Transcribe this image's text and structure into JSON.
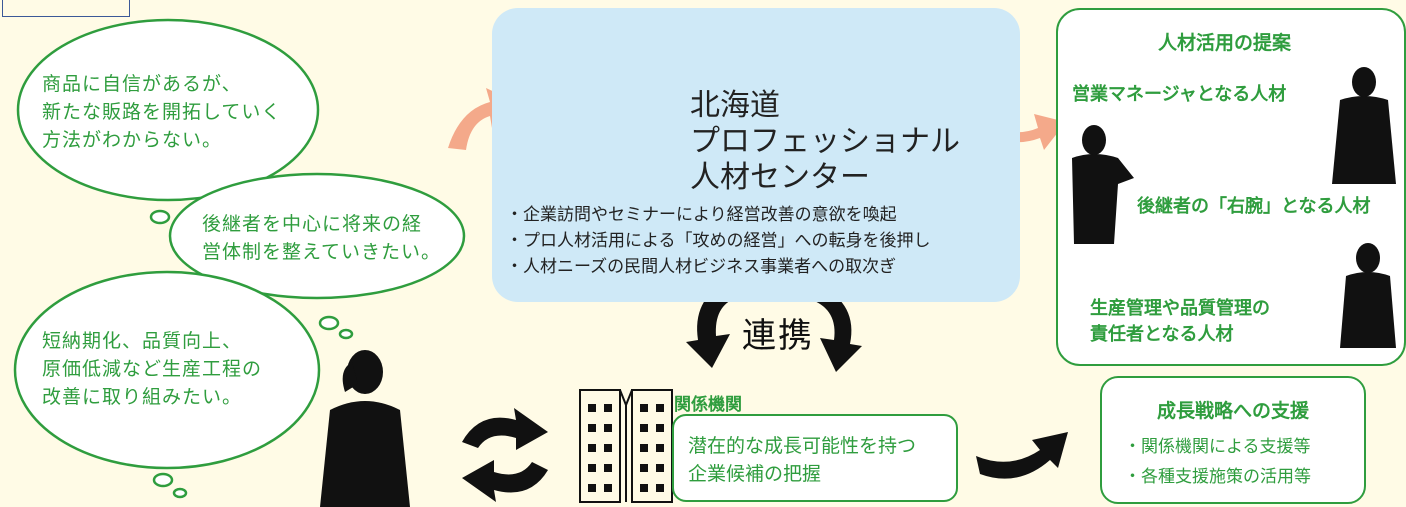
{
  "concerns": [
    {
      "text": "商品に自信があるが、\n新たな販路を開拓していく\n方法がわからない。"
    },
    {
      "text": "後継者を中心に将来の経\n営体制を整えていきたい。"
    },
    {
      "text": "短納期化、品質向上、\n原価低減など生産工程の\n改善に取り組みたい。"
    }
  ],
  "center": {
    "title": "北海道\nプロフェッショナル\n人材センター",
    "bullets": [
      "・企業訪問やセミナーにより経営改善の意欲を喚起",
      "・プロ人材活用による「攻めの経営」への転身を後押し",
      "・人材ニーズの民間人材ビジネス事業者への取次ぎ"
    ]
  },
  "cooperation": "連携",
  "related_org": {
    "label": "関係機関",
    "box_text": "潜在的な成長可能性を持つ\n企業候補の把握"
  },
  "proposal": {
    "title": "人材活用の提案",
    "items": [
      "営業マネージャとなる人材",
      "後継者の「右腕」となる人材",
      "生産管理や品質管理の\n責任者となる人材"
    ]
  },
  "growth": {
    "title": "成長戦略への支援",
    "items": [
      "・関係機関による支援等",
      "・各種支援施策の活用等"
    ]
  },
  "colors": {
    "green": "#2f9d3e",
    "salmon": "#f4a98a",
    "light_blue": "#cfe9f7",
    "background": "#fffbe6"
  }
}
